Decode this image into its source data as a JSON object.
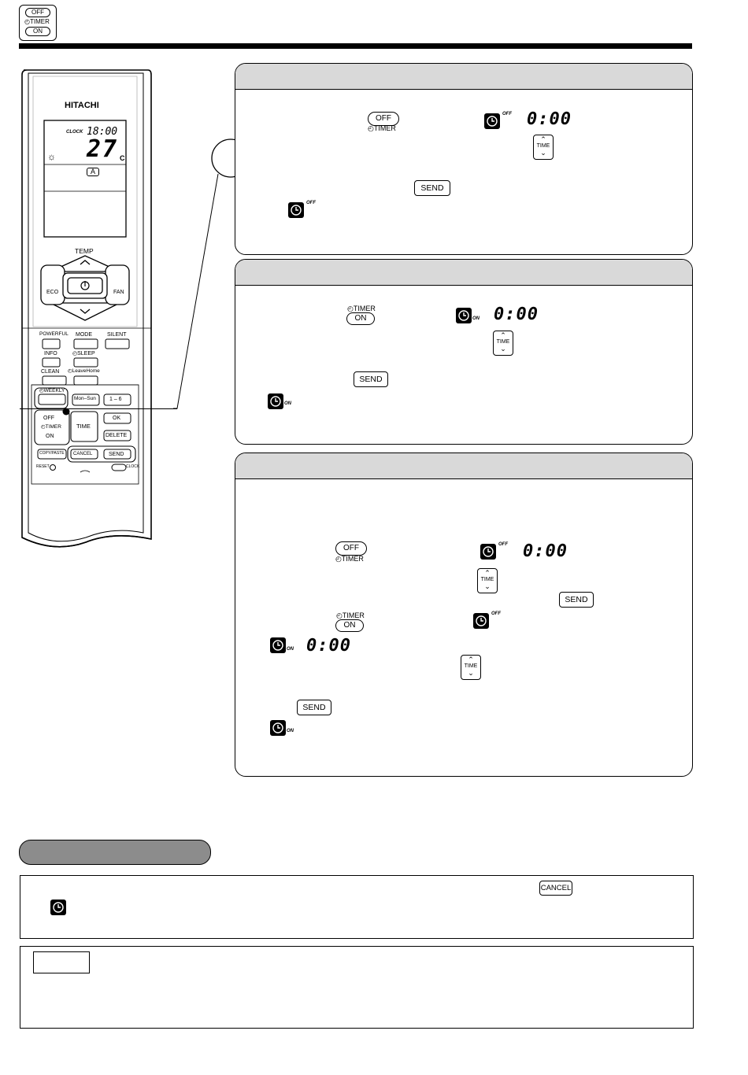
{
  "header": {
    "icon_buttons": {
      "off": "OFF",
      "timer": "TIMER",
      "on": "ON"
    }
  },
  "remote": {
    "brand": "HITACHI",
    "display": {
      "clock_label": "CLOCK",
      "clock_value": "18:00",
      "temp_value": "27",
      "temp_unit": "C",
      "fan_symbol": "A"
    },
    "temp_label": "TEMP",
    "eco": "ECO",
    "fan": "FAN",
    "buttons": {
      "powerful": "POWERFUL",
      "mode": "MODE",
      "silent": "SILENT",
      "info": "INFO",
      "sleep": "SLEEP",
      "clean": "CLEAN",
      "leave_home": "LeaveHome",
      "weekly": "WEEKLY",
      "mon_sun": "Mon–Sun",
      "one_six": "1 – 6",
      "off": "OFF",
      "timer": "TIMER",
      "on": "ON",
      "time": "TIME",
      "ok": "OK",
      "delete": "DELETE",
      "copy_paste": "COPY/PASTE",
      "cancel": "CANCEL",
      "send": "SEND",
      "reset": "RESET",
      "clock": "CLOCK"
    }
  },
  "panel1": {
    "off_btn": "OFF",
    "timer_lbl": "TIMER",
    "clock_sup": "OFF",
    "time_value": "0:00",
    "time_btn": "TIME",
    "send_btn": "SEND",
    "clock_sup2": "OFF"
  },
  "panel2": {
    "timer_lbl": "TIMER",
    "on_btn": "ON",
    "clock_sup": "ON",
    "time_value": "0:00",
    "time_btn": "TIME",
    "send_btn": "SEND",
    "clock_sup2": "ON"
  },
  "panel3": {
    "off_btn": "OFF",
    "timer_lbl": "TIMER",
    "clock_sup": "OFF",
    "time_value": "0:00",
    "time_btn": "TIME",
    "send_btn": "SEND",
    "timer_lbl2": "TIMER",
    "on_btn": "ON",
    "clock_sup2": "OFF",
    "clock_sup3": "ON",
    "time_value2": "0:00",
    "time_btn2": "TIME",
    "send_btn2": "SEND",
    "clock_sup4": "ON"
  },
  "cancel_box": {
    "cancel_btn": "CANCEL"
  }
}
